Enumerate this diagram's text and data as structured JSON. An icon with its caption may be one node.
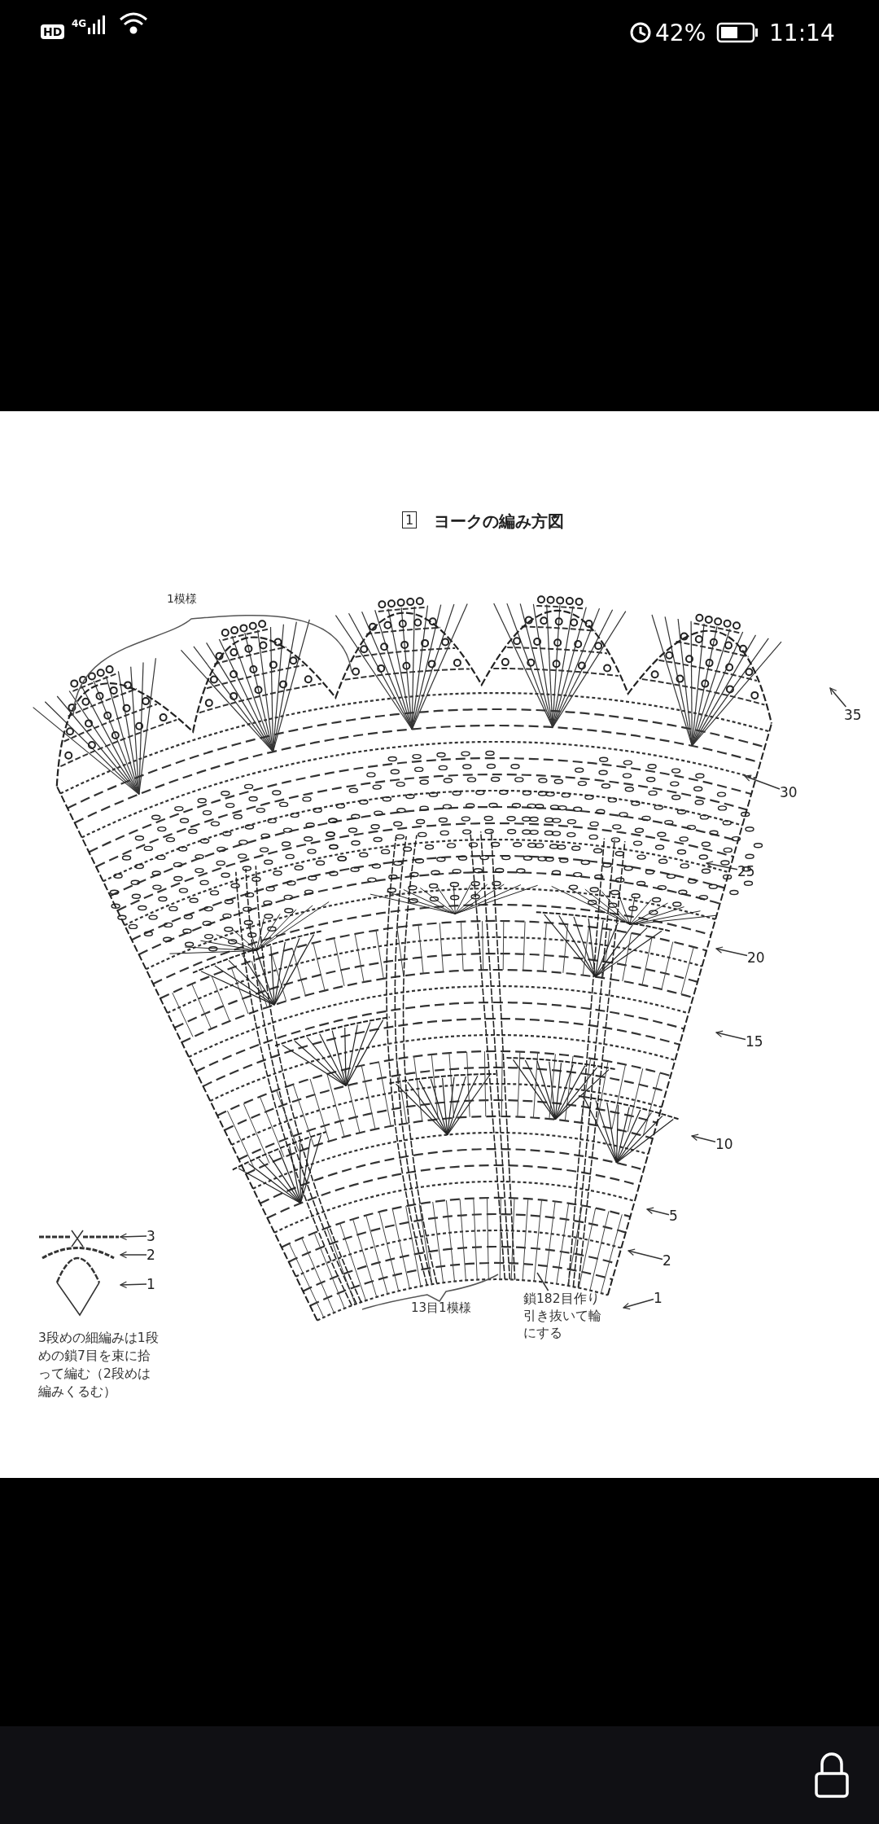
{
  "diagram": {
    "title": "ヨークの編み方図",
    "nodes": [
      {
        "text": [
          "35"
        ]
      },
      {
        "text": [
          "30"
        ]
      },
      {
        "text": [
          "25"
        ]
      },
      {
        "text": [
          "20"
        ]
      },
      {
        "text": [
          "15"
        ]
      },
      {
        "text": [
          "10"
        ]
      },
      {
        "text": [
          "5"
        ]
      },
      {
        "text": [
          "2"
        ]
      },
      {
        "text": [
          "1"
        ]
      },
      {
        "text": [
          "3"
        ]
      },
      {
        "text": [
          "2"
        ]
      },
      {
        "text": [
          "1"
        ]
      },
      {
        "text": [
          "鎖182目作り引き抜いて輪にする"
        ]
      },
      {
        "text": [],
        "shape": "picture"
      }
    ],
    "edges": [
      {
        "from": 0,
        "to": null,
        "arrow": "to"
      },
      {
        "from": 1,
        "to": null,
        "arrow": "to"
      },
      {
        "from": 2,
        "to": null,
        "arrow": "to"
      },
      {
        "from": 3,
        "to": null,
        "arrow": "to"
      },
      {
        "from": 4,
        "to": null,
        "arrow": "to"
      },
      {
        "from": 5,
        "to": null,
        "arrow": "to"
      },
      {
        "from": 6,
        "to": null,
        "arrow": "to"
      },
      {
        "from": 7,
        "to": null,
        "arrow": "to"
      },
      {
        "from": 8,
        "to": null,
        "arrow": "to"
      },
      {
        "from": 9,
        "to": 13,
        "arrow": "to"
      },
      {
        "from": 10,
        "to": 13,
        "arrow": "to"
      },
      {
        "from": 11,
        "to": 13,
        "arrow": "to"
      },
      {
        "from": 12,
        "to": null,
        "arrow": "none"
      }
    ],
    "labels": [
      "HD",
      "4G",
      "42%",
      "11:14",
      "1",
      "1模様",
      "13目1模様",
      "3段めの細編みは1段めの鎖7目を束に拾って編む（2段めは編みくるむ）"
    ]
  }
}
